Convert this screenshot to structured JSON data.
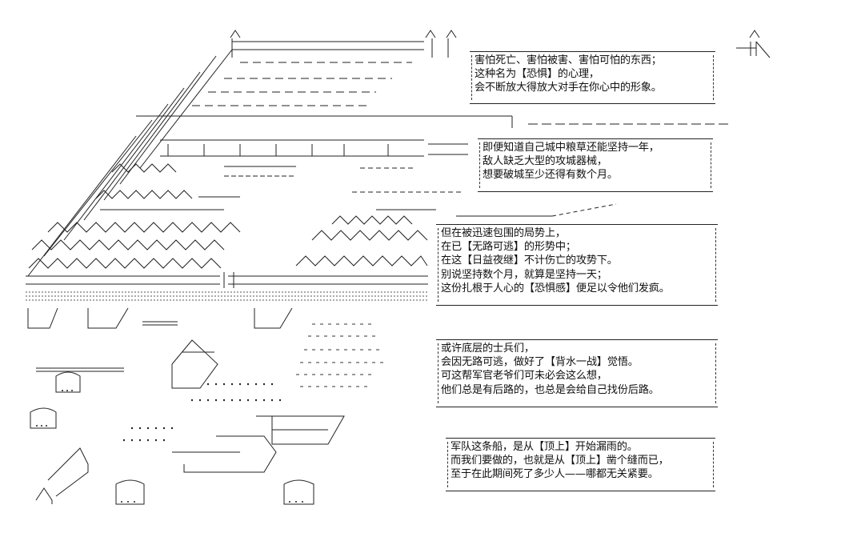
{
  "boxes": [
    {
      "lines": [
        "害怕死亡、害怕被害、害怕可怕的东西；",
        "这种名为【恐惧】的心理，",
        "会不断放大得放大对手在你心中的形象。"
      ]
    },
    {
      "lines": [
        "即便知道自己城中粮草还能坚持一年，",
        "敌人缺乏大型的攻城器械，",
        "想要破城至少还得有数个月。"
      ]
    },
    {
      "lines": [
        "但在被迅速包围的局势上，",
        "在已【无路可逃】的形势中；",
        "在这【日益夜继】不计伤亡的攻势下。",
        "别说坚持数个月，就算是坚持一天；",
        "这份扎根于人心的【恐惧感】便足以令他们发疯。"
      ]
    },
    {
      "lines": [
        "或许底层的士兵们，",
        "会因无路可逃，做好了【背水一战】觉悟。",
        "可这帮军官老爷们可未必会这么想，",
        "他们总是有后路的，也总是会给自己找份后路。"
      ]
    },
    {
      "lines": [
        "军队这条船，是从【顶上】开始漏雨的。",
        "而我们要做的，也就是从【顶上】凿个缝而已，",
        "至于在此期间死了多少人——哪都无关紧要。"
      ]
    }
  ]
}
